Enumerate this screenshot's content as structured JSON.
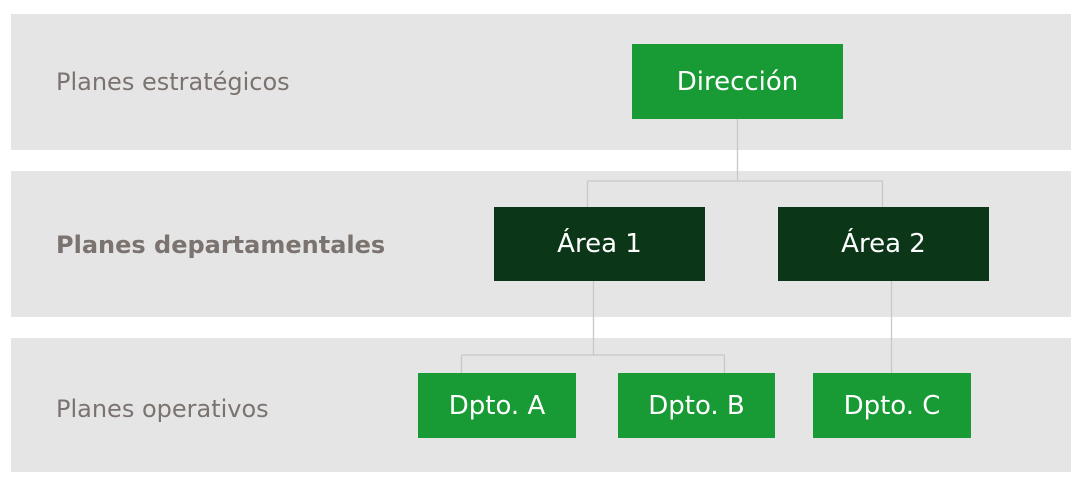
{
  "levels": [
    {
      "label": "Planes estratégicos"
    },
    {
      "label": "Planes departamentales"
    },
    {
      "label": "Planes operativos"
    }
  ],
  "nodes": {
    "direccion": "Dirección",
    "area1": "Área 1",
    "area2": "Área 2",
    "dpto_a": "Dpto. A",
    "dpto_b": "Dpto. B",
    "dpto_c": "Dpto. C"
  },
  "colors": {
    "band": "#e6e5e5",
    "label_text": "#7b7370",
    "node_green": "#189a34",
    "node_dark_green": "#0b3618",
    "connector": "#c8c8c8"
  }
}
